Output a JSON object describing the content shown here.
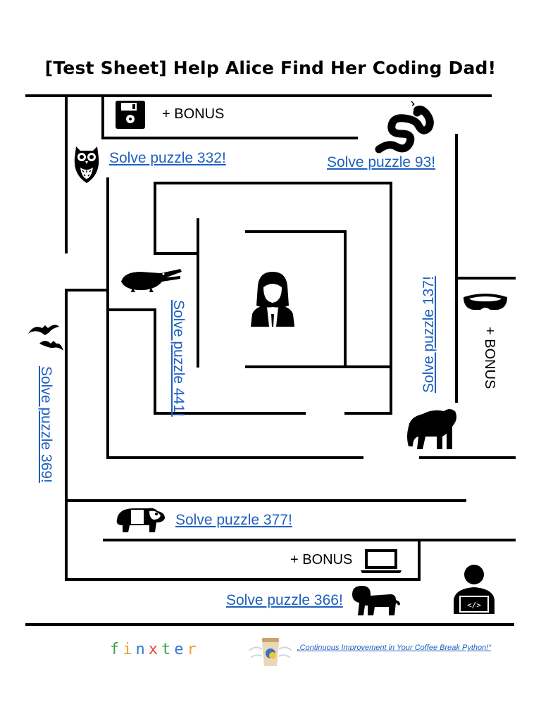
{
  "title": "[Test Sheet] Help Alice Find Her Coding Dad!",
  "puzzles": {
    "p332": "Solve puzzle 332!",
    "p93": "Solve puzzle 93!",
    "p441": "Solve puzzle 441!",
    "p137": "Solve puzzle 137!",
    "p369": "Solve puzzle 369!",
    "p377": "Solve puzzle 377!",
    "p366": "Solve puzzle 366!"
  },
  "bonus": {
    "top": "+ BONUS",
    "right": "+ BONUS",
    "bottom": "+ BONUS"
  },
  "footer": {
    "logo_letters": [
      "f",
      "i",
      "n",
      "x",
      "t",
      "e",
      "r"
    ],
    "logo_colors": [
      "#3aa34a",
      "#f1a02b",
      "#2f7bd1",
      "#e24a3b",
      "#3aa34a",
      "#2f7bd1",
      "#f1a02b"
    ],
    "slogan": "„Continuous Improvement in Your Coffee Break Python!“"
  },
  "colors": {
    "link": "#1f5fbf",
    "wall": "#000000"
  }
}
